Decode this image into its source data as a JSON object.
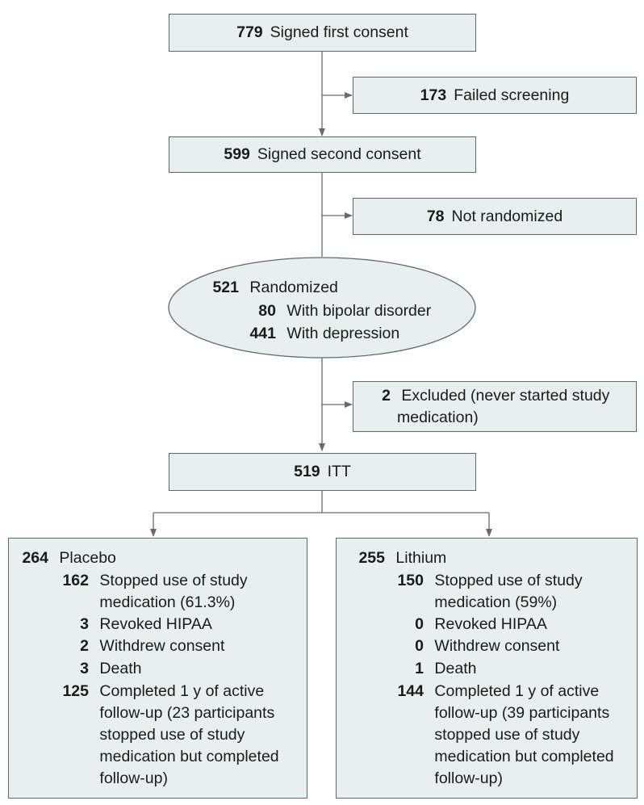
{
  "top": {
    "n": "779",
    "label": "Signed first consent"
  },
  "failed": {
    "n": "173",
    "label": "Failed screening"
  },
  "second": {
    "n": "599",
    "label": "Signed second consent"
  },
  "notrand": {
    "n": "78",
    "label": "Not randomized"
  },
  "randomized": {
    "n": "521",
    "label": "Randomized",
    "sub": [
      {
        "n": "80",
        "label": "With bipolar disorder"
      },
      {
        "n": "441",
        "label": "With depression"
      }
    ]
  },
  "excluded": {
    "n": "2",
    "line1": "Excluded (never started study",
    "line2": "medication)"
  },
  "itt": {
    "n": "519",
    "label": "ITT"
  },
  "placebo": {
    "n": "264",
    "label": "Placebo",
    "items": [
      {
        "n": "162",
        "lines": [
          "Stopped use of study",
          "medication (61.3%)"
        ]
      },
      {
        "n": "3",
        "lines": [
          "Revoked HIPAA"
        ]
      },
      {
        "n": "2",
        "lines": [
          "Withdrew consent"
        ]
      },
      {
        "n": "3",
        "lines": [
          "Death"
        ]
      },
      {
        "n": "125",
        "lines": [
          "Completed 1 y of active",
          "follow-up (23 participants",
          "stopped use of study",
          "medication but completed",
          "follow-up)"
        ]
      }
    ]
  },
  "lithium": {
    "n": "255",
    "label": "Lithium",
    "items": [
      {
        "n": "150",
        "lines": [
          "Stopped use of study",
          "medication (59%)"
        ]
      },
      {
        "n": "0",
        "lines": [
          "Revoked HIPAA"
        ]
      },
      {
        "n": "0",
        "lines": [
          "Withdrew consent"
        ]
      },
      {
        "n": "1",
        "lines": [
          "Death"
        ]
      },
      {
        "n": "144",
        "lines": [
          "Completed 1 y of active",
          "follow-up (39 participants",
          "stopped use of study",
          "medication but completed",
          "follow-up)"
        ]
      }
    ]
  }
}
